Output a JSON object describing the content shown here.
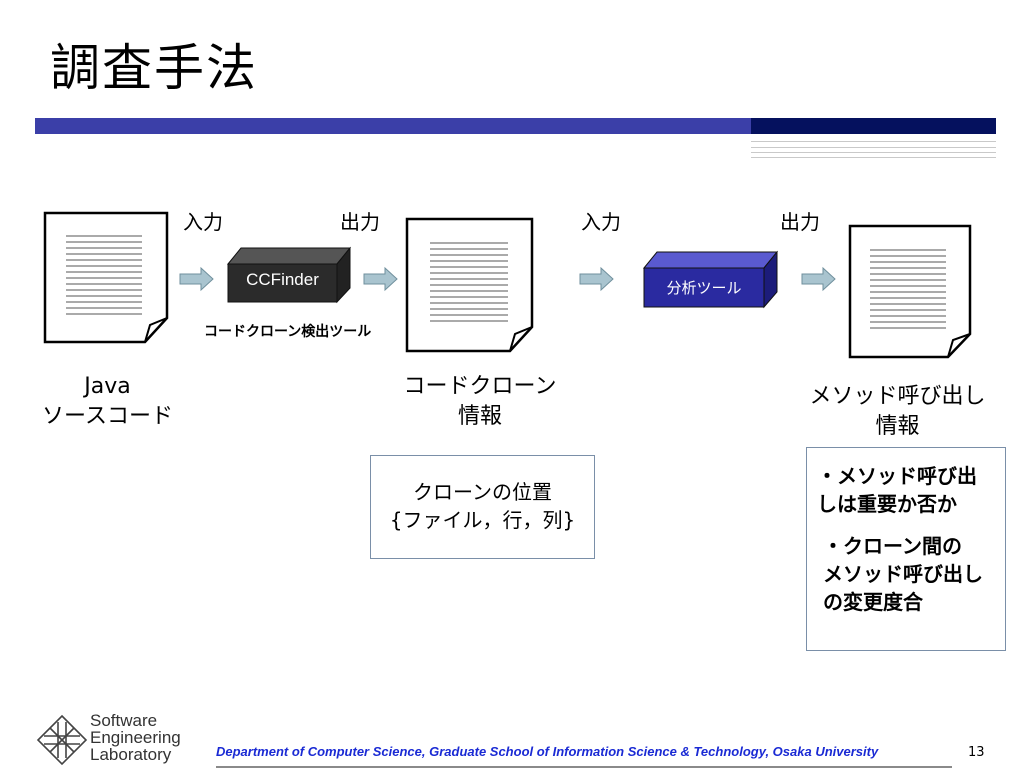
{
  "slide": {
    "title": "調査手法",
    "page_number": "13"
  },
  "diagram": {
    "input_label_1": "入力",
    "output_label_1": "出力",
    "input_label_2": "入力",
    "output_label_2": "出力",
    "ccfinder_label": "CCFinder",
    "ccfinder_caption": "コードクローン検出ツール",
    "analysis_tool_label": "分析ツール",
    "source_caption_line1": "Java",
    "source_caption_line2": "ソースコード",
    "clone_caption_line1": "コードクローン",
    "clone_caption_line2": "情報",
    "method_caption_line1": "メソッド呼び出し",
    "method_caption_line2": "情報"
  },
  "clone_note": {
    "line1": "クローンの位置",
    "line2": "{ファイル，行，列}"
  },
  "method_note": {
    "item1_line1": "・メソッド呼び出",
    "item1_line2": "しは重要か否か",
    "item2_line1": "・クローン間の",
    "item2_line2": "メソッド呼び出し",
    "item2_line3": "の変更度合"
  },
  "footer": {
    "department": "Department of Computer Science, Graduate School of Information Science & Technology, Osaka University",
    "logo_line1": "Software",
    "logo_line2": "Engineering",
    "logo_line3": "Laboratory"
  },
  "colors": {
    "title_bar": "#3b3fa8",
    "title_bar_dark": "#05115e",
    "footer_text": "#1a2ad4",
    "analysis_tool": "#2a2aa0",
    "ccfinder": "#2b2b2b",
    "arrow": "#a9c4cf"
  }
}
